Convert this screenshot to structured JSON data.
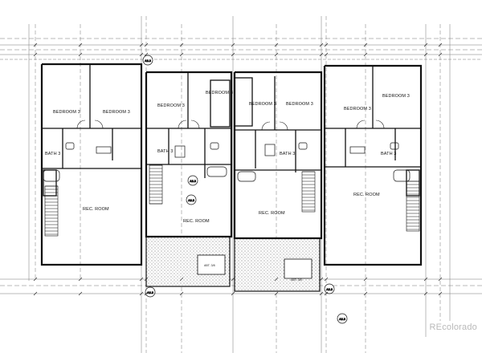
{
  "units": [
    {
      "id": "left",
      "bedroom_a": "BEDROOM 3",
      "bedroom_b": "BEDROOM 3",
      "bath": "BATH 3",
      "rec_room": "REC. ROOM"
    },
    {
      "id": "center-left",
      "bedroom_a": "BEDROOM 3",
      "bedroom_b": "BEDROOM 3",
      "bath": "BATH 3",
      "rec_room": "REC. ROOM",
      "lower": "ABT. 3/8"
    },
    {
      "id": "center-right",
      "bedroom_a": "BEDROOM 3",
      "bedroom_b": "BEDROOM 3",
      "bath": "BATH 3",
      "rec_room": "REC. ROOM",
      "lower": "ABT. 3/8"
    },
    {
      "id": "right",
      "bedroom_a": "BEDROOM 3",
      "bedroom_b": "BEDROOM 3",
      "bath": "BATH 3",
      "rec_room": "REC. ROOM"
    }
  ],
  "section_tags": [
    "A3.3",
    "A3.3",
    "A3.3",
    "A3.3",
    "A3.3",
    "A3.3"
  ],
  "watermark": "REcolorado"
}
